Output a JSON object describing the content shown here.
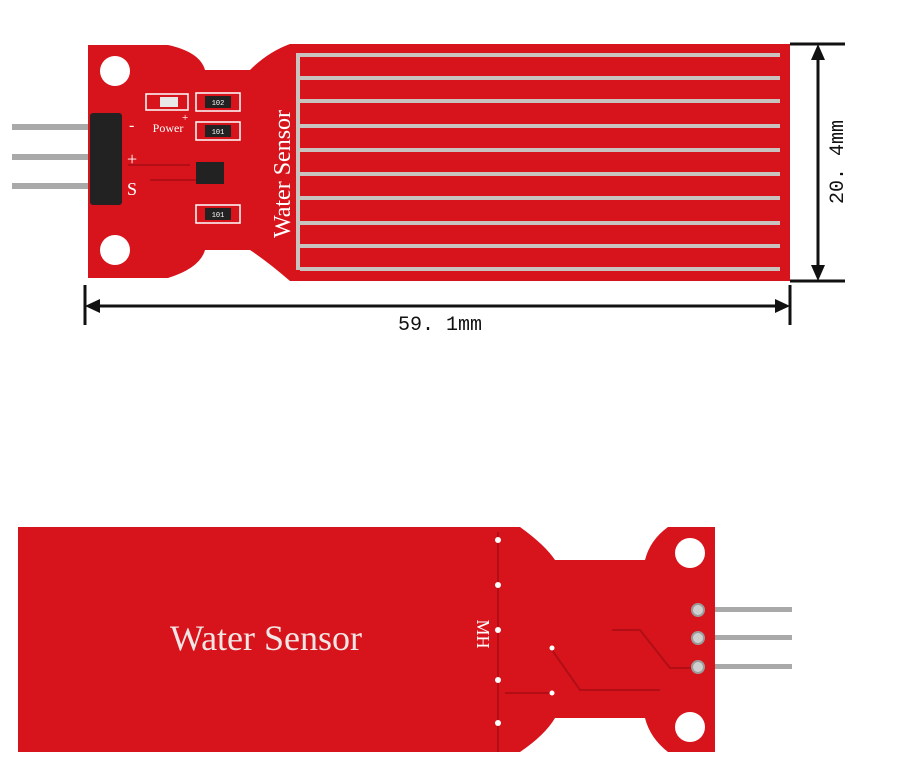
{
  "top_board": {
    "title": "Water Sensor",
    "power_label": "Power",
    "pin_minus": "-",
    "pin_plus": "+",
    "pin_signal": "S",
    "plus_small": "+",
    "resistor_1": "102",
    "resistor_2": "101",
    "resistor_3": "101"
  },
  "dimensions": {
    "width": "59. 1mm",
    "height": "20. 4mm"
  },
  "bottom_board": {
    "title": "Water Sensor",
    "mark": "MH"
  },
  "colors": {
    "pcb": "#d7141c",
    "pcb_dark": "#b10e16",
    "trace": "#c9c3c0",
    "pin": "#a9a9a9",
    "header": "#222222",
    "silkscreen": "#ffffff"
  }
}
